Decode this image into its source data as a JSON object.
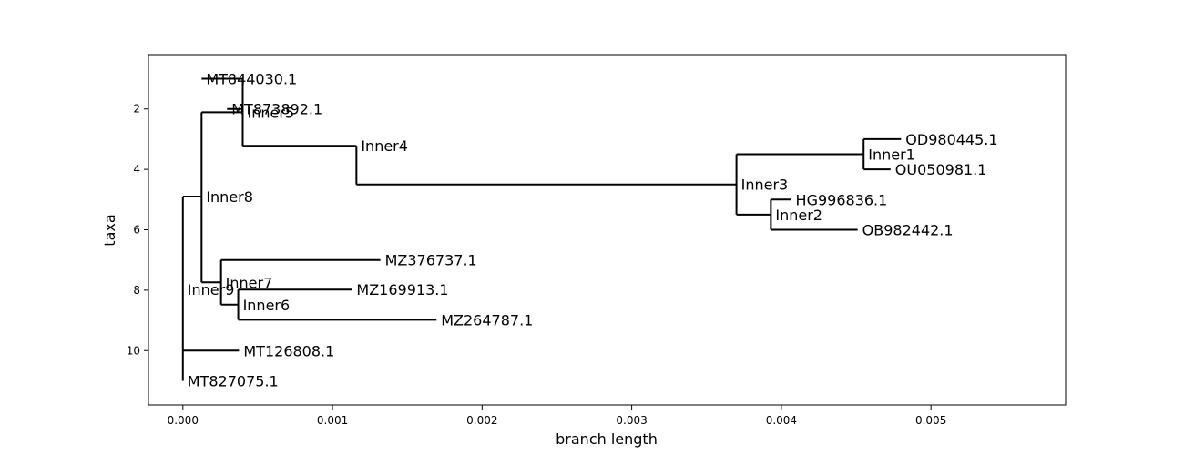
{
  "chart_data": {
    "type": "tree",
    "xlabel": "branch length",
    "ylabel": "taxa",
    "xlim": [
      -0.00023,
      0.0059
    ],
    "ylim": [
      11.8,
      0.2
    ],
    "x_ticks": [
      {
        "value": 0.0,
        "label": "0.000"
      },
      {
        "value": 0.001,
        "label": "0.001"
      },
      {
        "value": 0.002,
        "label": "0.002"
      },
      {
        "value": 0.003,
        "label": "0.003"
      },
      {
        "value": 0.004,
        "label": "0.004"
      },
      {
        "value": 0.005,
        "label": "0.005"
      }
    ],
    "y_ticks": [
      {
        "value": 2,
        "label": "2"
      },
      {
        "value": 4,
        "label": "4"
      },
      {
        "value": 6,
        "label": "6"
      },
      {
        "value": 8,
        "label": "8"
      },
      {
        "value": 10,
        "label": "10"
      }
    ],
    "grid": false,
    "nodes": [
      {
        "name": "Inner9",
        "x": 0.0,
        "y": 7.97
      },
      {
        "name": "Inner8",
        "x": 0.000125,
        "y": 4.9
      },
      {
        "name": "Inner5",
        "x": 0.0004,
        "y": 2.11
      },
      {
        "name": "MT844030.1",
        "x": 0.000125,
        "y": 1.0
      },
      {
        "name": "MT873892.1",
        "x": 0.000295,
        "y": 2.0
      },
      {
        "name": "Inner4",
        "x": 0.00116,
        "y": 3.22
      },
      {
        "name": "Inner3",
        "x": 0.0037,
        "y": 4.5
      },
      {
        "name": "Inner1",
        "x": 0.00455,
        "y": 3.5
      },
      {
        "name": "OD980445.1",
        "x": 0.0048,
        "y": 3.0
      },
      {
        "name": "OU050981.1",
        "x": 0.00473,
        "y": 4.0
      },
      {
        "name": "Inner2",
        "x": 0.00393,
        "y": 5.5
      },
      {
        "name": "HG996836.1",
        "x": 0.004065,
        "y": 5.0
      },
      {
        "name": "OB982442.1",
        "x": 0.00451,
        "y": 6.0
      },
      {
        "name": "Inner7",
        "x": 0.000255,
        "y": 7.74
      },
      {
        "name": "MZ376737.1",
        "x": 0.00132,
        "y": 7.0
      },
      {
        "name": "Inner6",
        "x": 0.00037,
        "y": 8.48
      },
      {
        "name": "MZ169913.1",
        "x": 0.00113,
        "y": 7.98
      },
      {
        "name": "MZ264787.1",
        "x": 0.001695,
        "y": 8.98
      },
      {
        "name": "MT126808.1",
        "x": 0.000375,
        "y": 10.0
      },
      {
        "name": "MT827075.1",
        "x": 0.0,
        "y": 11.0
      }
    ],
    "edges": [
      {
        "parent": "Inner9",
        "child": "Inner8"
      },
      {
        "parent": "Inner9",
        "child": "MT126808.1"
      },
      {
        "parent": "Inner9",
        "child": "MT827075.1"
      },
      {
        "parent": "Inner8",
        "child": "Inner5"
      },
      {
        "parent": "Inner8",
        "child": "Inner7"
      },
      {
        "parent": "Inner5",
        "child": "MT844030.1"
      },
      {
        "parent": "Inner5",
        "child": "MT873892.1"
      },
      {
        "parent": "Inner5",
        "child": "Inner4"
      },
      {
        "parent": "Inner4",
        "child": "Inner3"
      },
      {
        "parent": "Inner3",
        "child": "Inner1"
      },
      {
        "parent": "Inner3",
        "child": "Inner2"
      },
      {
        "parent": "Inner1",
        "child": "OD980445.1"
      },
      {
        "parent": "Inner1",
        "child": "OU050981.1"
      },
      {
        "parent": "Inner2",
        "child": "HG996836.1"
      },
      {
        "parent": "Inner2",
        "child": "OB982442.1"
      },
      {
        "parent": "Inner7",
        "child": "MZ376737.1"
      },
      {
        "parent": "Inner7",
        "child": "Inner6"
      },
      {
        "parent": "Inner6",
        "child": "MZ169913.1"
      },
      {
        "parent": "Inner6",
        "child": "MZ264787.1"
      }
    ]
  }
}
